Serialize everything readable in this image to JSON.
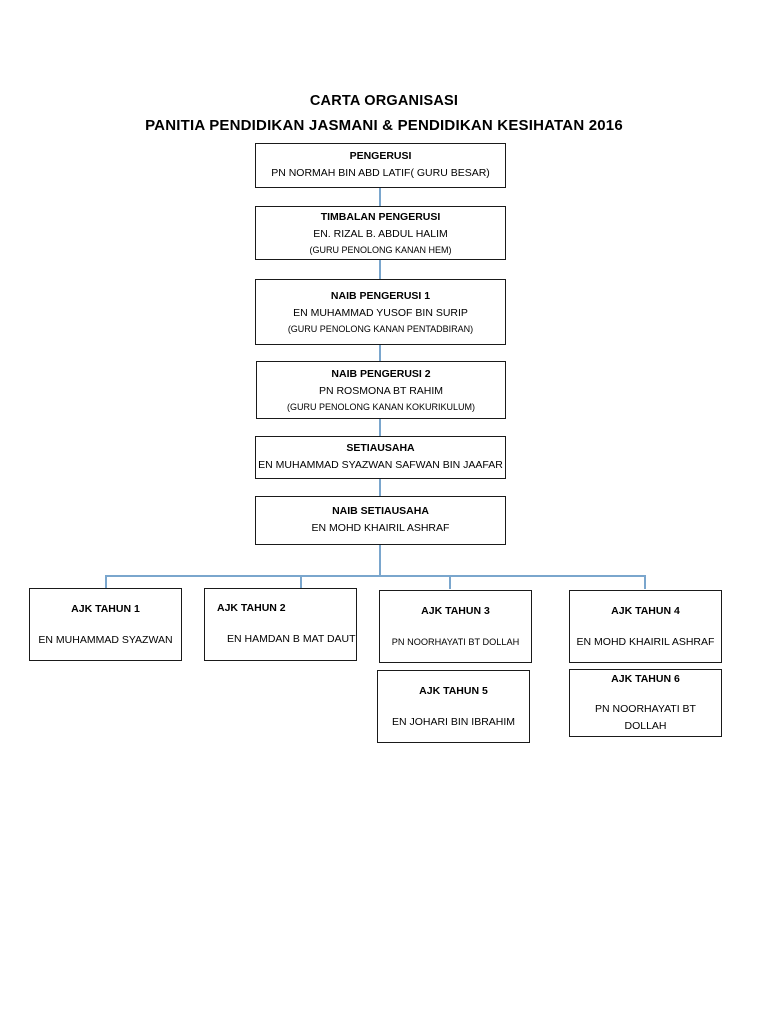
{
  "document": {
    "title_line_1": "CARTA ORGANISASI",
    "title_line_2": "PANITIA PENDIDIKAN JASMANI & PENDIDIKAN KESIHATAN 2016"
  },
  "colors": {
    "box_border": "#1a1a1a",
    "connector": "#7aa6cd",
    "text": "#000000",
    "background": "#ffffff"
  },
  "chart_data": {
    "type": "diagram",
    "subtype": "organizational-chart",
    "title": "CARTA ORGANISASI PANITIA PENDIDIKAN JASMANI & PENDIDIKAN KESIHATAN 2016",
    "spine": [
      {
        "role": "PENGERUSI",
        "person": "PN NORMAH BIN  ABD LATIF( GURU BESAR)",
        "sub": ""
      },
      {
        "role": "TIMBALAN PENGERUSI",
        "person": "EN. RIZAL B. ABDUL HALIM",
        "sub": "(GURU PENOLONG KANAN HEM)"
      },
      {
        "role": "NAIB PENGERUSI 1",
        "person": "EN MUHAMMAD YUSOF BIN SURIP",
        "sub": "(GURU PENOLONG KANAN PENTADBIRAN)"
      },
      {
        "role": "NAIB PENGERUSI 2",
        "person": "PN ROSMONA BT RAHIM",
        "sub": "(GURU PENOLONG KANAN KOKURIKULUM)"
      },
      {
        "role": "SETIAUSAHA",
        "person": "EN MUHAMMAD SYAZWAN SAFWAN BIN JAAFAR",
        "sub": ""
      },
      {
        "role": "NAIB SETIAUSAHA",
        "person": "EN MOHD KHAIRIL ASHRAF",
        "sub": ""
      }
    ],
    "committee": [
      {
        "role": "AJK TAHUN 1",
        "person": "EN MUHAMMAD SYAZWAN"
      },
      {
        "role": "AJK TAHUN 2",
        "person": "EN HAMDAN B MAT DAUT"
      },
      {
        "role": "AJK TAHUN 3",
        "person": "PN NOORHAYATI BT DOLLAH"
      },
      {
        "role": "AJK TAHUN 4",
        "person": "EN MOHD KHAIRIL ASHRAF"
      },
      {
        "role": "AJK TAHUN 5",
        "person": "EN JOHARI BIN IBRAHIM"
      },
      {
        "role": "AJK TAHUN 6",
        "person": "PN NOORHAYATI BT DOLLAH"
      }
    ]
  }
}
